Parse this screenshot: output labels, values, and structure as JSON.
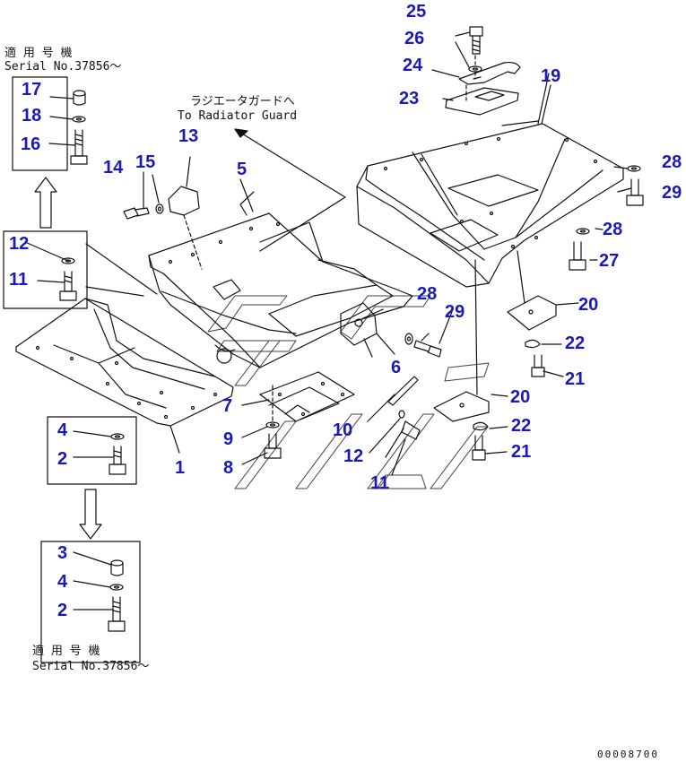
{
  "diagram": {
    "callouts": [
      {
        "id": "c25a",
        "label": "25"
      },
      {
        "id": "c26a",
        "label": "26"
      },
      {
        "id": "c24",
        "label": "24"
      },
      {
        "id": "c23",
        "label": "23"
      },
      {
        "id": "c19",
        "label": "19"
      },
      {
        "id": "c17",
        "label": "17"
      },
      {
        "id": "c18",
        "label": "18"
      },
      {
        "id": "c16",
        "label": "16"
      },
      {
        "id": "c13",
        "label": "13"
      },
      {
        "id": "c14",
        "label": "14"
      },
      {
        "id": "c15",
        "label": "15"
      },
      {
        "id": "c5",
        "label": "5"
      },
      {
        "id": "c28a",
        "label": "28"
      },
      {
        "id": "c29a",
        "label": "29"
      },
      {
        "id": "c28b",
        "label": "28"
      },
      {
        "id": "c27",
        "label": "27"
      },
      {
        "id": "c12a",
        "label": "12"
      },
      {
        "id": "c11a",
        "label": "11"
      },
      {
        "id": "c28c",
        "label": "28"
      },
      {
        "id": "c29b",
        "label": "29"
      },
      {
        "id": "c20a",
        "label": "20"
      },
      {
        "id": "c22a",
        "label": "22"
      },
      {
        "id": "c21a",
        "label": "21"
      },
      {
        "id": "c6",
        "label": "6"
      },
      {
        "id": "c7",
        "label": "7"
      },
      {
        "id": "c20b",
        "label": "20"
      },
      {
        "id": "c10",
        "label": "10"
      },
      {
        "id": "c22b",
        "label": "22"
      },
      {
        "id": "c4a",
        "label": "4"
      },
      {
        "id": "c9",
        "label": "9"
      },
      {
        "id": "c21b",
        "label": "21"
      },
      {
        "id": "c2a",
        "label": "2"
      },
      {
        "id": "c1",
        "label": "1"
      },
      {
        "id": "c12b",
        "label": "12"
      },
      {
        "id": "c8",
        "label": "8"
      },
      {
        "id": "c11b",
        "label": "11"
      },
      {
        "id": "c3",
        "label": "3"
      },
      {
        "id": "c4b",
        "label": "4"
      },
      {
        "id": "c2b",
        "label": "2"
      }
    ],
    "notes": {
      "serial_top_jp": "適 用 号 機",
      "serial_top_en": "Serial No.37856～",
      "radiator_jp": "ラジエータガードへ",
      "radiator_en": "To Radiator Guard",
      "serial_bottom_jp": "適 用 号 機",
      "serial_bottom_en": "Serial No.37856～"
    },
    "doc_id": "00008700",
    "colors": {
      "callout": "#1a1ab8",
      "line": "#111111",
      "background": "#ffffff"
    }
  }
}
